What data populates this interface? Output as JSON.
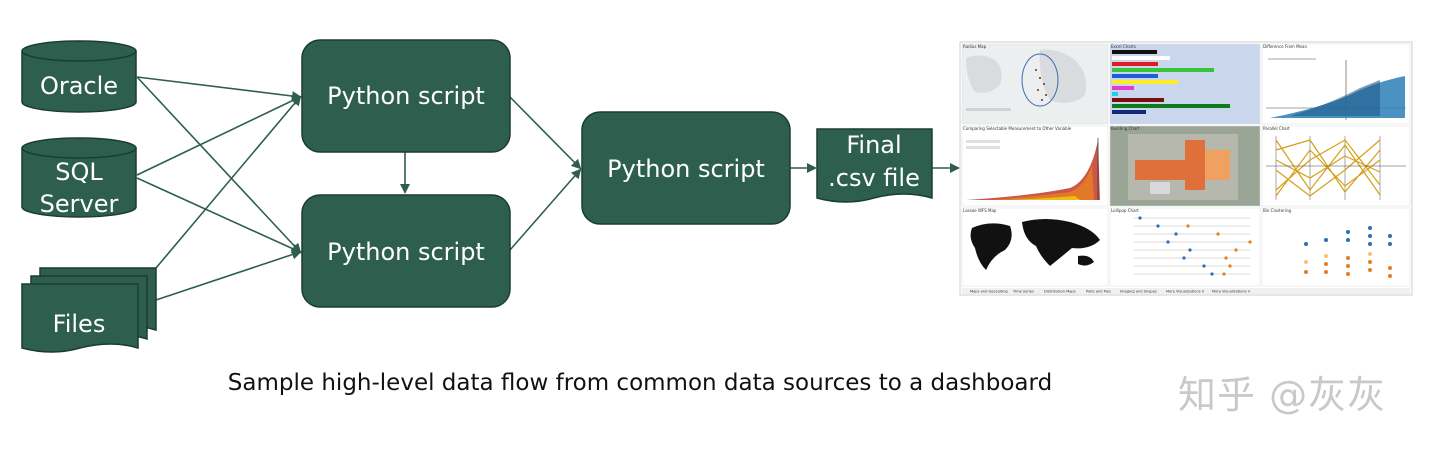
{
  "colors": {
    "node_fill": "#2e5e4e",
    "node_stroke": "#1b3d31",
    "arrow": "#2e5e4e"
  },
  "sources": [
    {
      "id": "oracle",
      "label": "Oracle"
    },
    {
      "id": "sql",
      "label": "SQL Server",
      "lines": [
        "SQL",
        "Server"
      ]
    },
    {
      "id": "files",
      "label": "Files"
    }
  ],
  "scripts": [
    {
      "id": "script1",
      "label": "Python script"
    },
    {
      "id": "script2",
      "label": "Python script"
    },
    {
      "id": "script3",
      "label": "Python script"
    }
  ],
  "output": {
    "lines": [
      "Final",
      ".csv file"
    ]
  },
  "dashboard": {
    "panels": [
      {
        "title": "Radius Map"
      },
      {
        "title": "Excel Charts"
      },
      {
        "title": "Difference From Mean"
      },
      {
        "title": "Comparing Selectable Measurement to Other Variable"
      },
      {
        "title": "Building Chart"
      },
      {
        "title": "Parallel Chart"
      },
      {
        "title": "Lassoe WFS Map"
      },
      {
        "title": "Lollipop Chart"
      },
      {
        "title": "Bin Clustering"
      }
    ],
    "tabs": [
      "Maps and Geocoding",
      "Time Series",
      "Distribution Maps",
      "Plots and Pies",
      "Imaging and Shapes",
      "More Visualizations II",
      "More Visualizations V"
    ]
  },
  "caption": "Sample high-level data flow from common data sources to a dashboard",
  "watermark": "知乎 @灰灰"
}
